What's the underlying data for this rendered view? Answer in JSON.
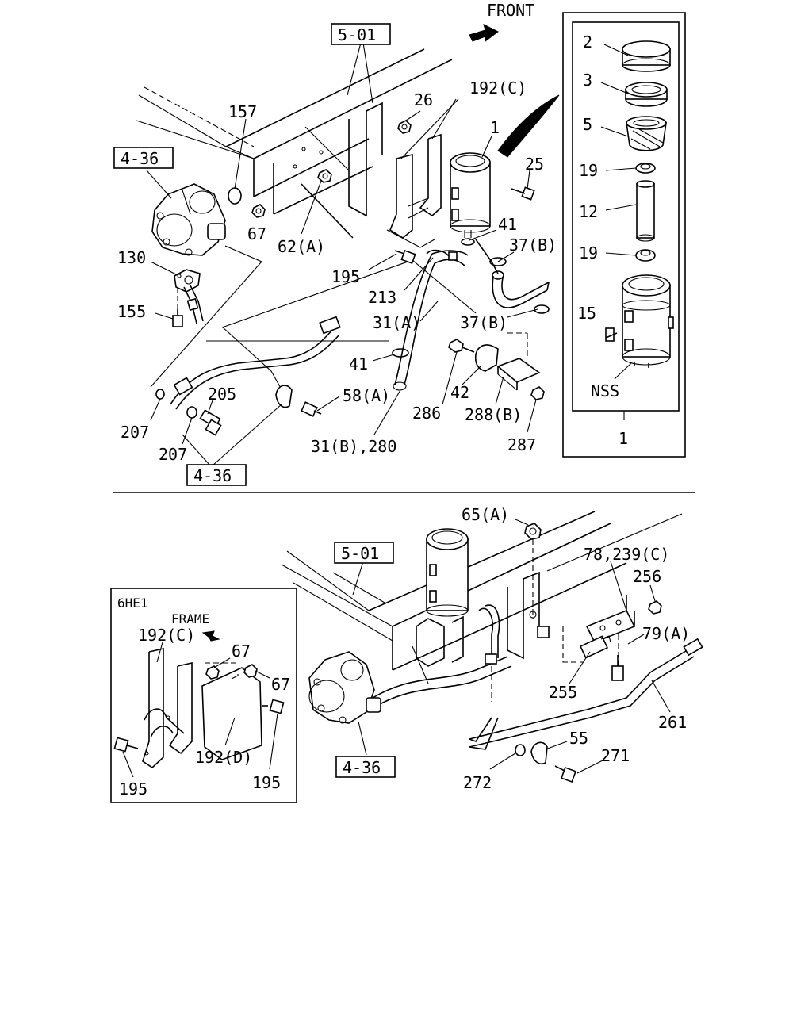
{
  "front_label": "FRONT",
  "frame_label": "FRAME",
  "variant_label": "6HE1",
  "refs": {
    "frame_top": "5-01",
    "pump_top": "4-36",
    "pump_bottom_top": "4-36",
    "frame_bottom": "5-01",
    "pump_bottom": "4-36"
  },
  "callouts": {
    "c157": "157",
    "c26": "26",
    "c192c_top": "192(C)",
    "c1_tank": "1",
    "c25": "25",
    "c67_top": "67",
    "c62a": "62(A)",
    "c41_top": "41",
    "c37b_top": "37(B)",
    "c130": "130",
    "c195_top": "195",
    "c213": "213",
    "c155": "155",
    "c31a": "31(A)",
    "c37b_mid": "37(B)",
    "c41_mid": "41",
    "c205": "205",
    "c58a": "58(A)",
    "c42": "42",
    "c207_a": "207",
    "c286": "286",
    "c288b": "288(B)",
    "c207_b": "207",
    "c31b": "31(B),280",
    "c287": "287",
    "kit_2": "2",
    "kit_3": "3",
    "kit_5": "5",
    "kit_19a": "19",
    "kit_12": "12",
    "kit_19b": "19",
    "kit_15": "15",
    "kit_nss": "NSS",
    "kit_1": "1",
    "c65a": "65(A)",
    "c78": "78,239(C)",
    "c256": "256",
    "c79a": "79(A)",
    "c255": "255",
    "c261": "261",
    "c55": "55",
    "c271": "271",
    "c272": "272",
    "in_192c": "192(C)",
    "in_67a": "67",
    "in_67b": "67",
    "in_192d": "192(D)",
    "in_195a": "195",
    "in_195b": "195"
  }
}
